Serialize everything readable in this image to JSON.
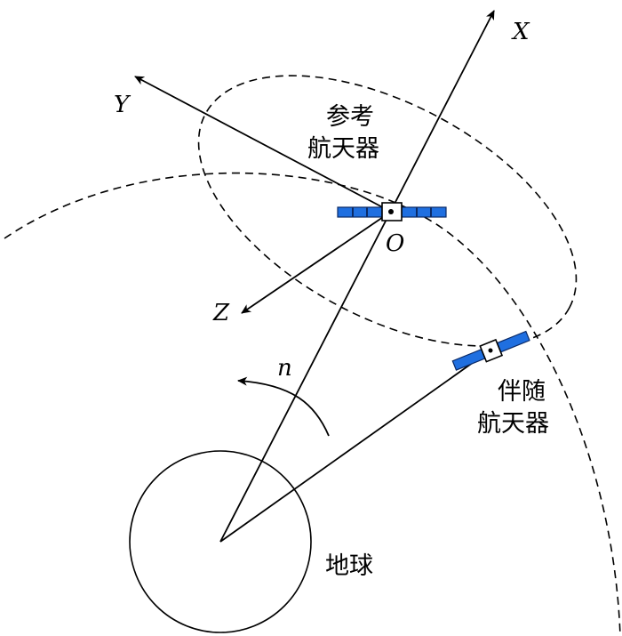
{
  "axes": {
    "x_label": "X",
    "y_label": "Y",
    "z_label": "Z",
    "origin_label": "O",
    "rate_label": "n"
  },
  "labels": {
    "reference_line1": "参考",
    "reference_line2": "航天器",
    "companion_line1": "伴随",
    "companion_line2": "航天器",
    "earth": "地球"
  },
  "colors": {
    "solar_panel": "#1f6fe0",
    "line": "#000000"
  }
}
